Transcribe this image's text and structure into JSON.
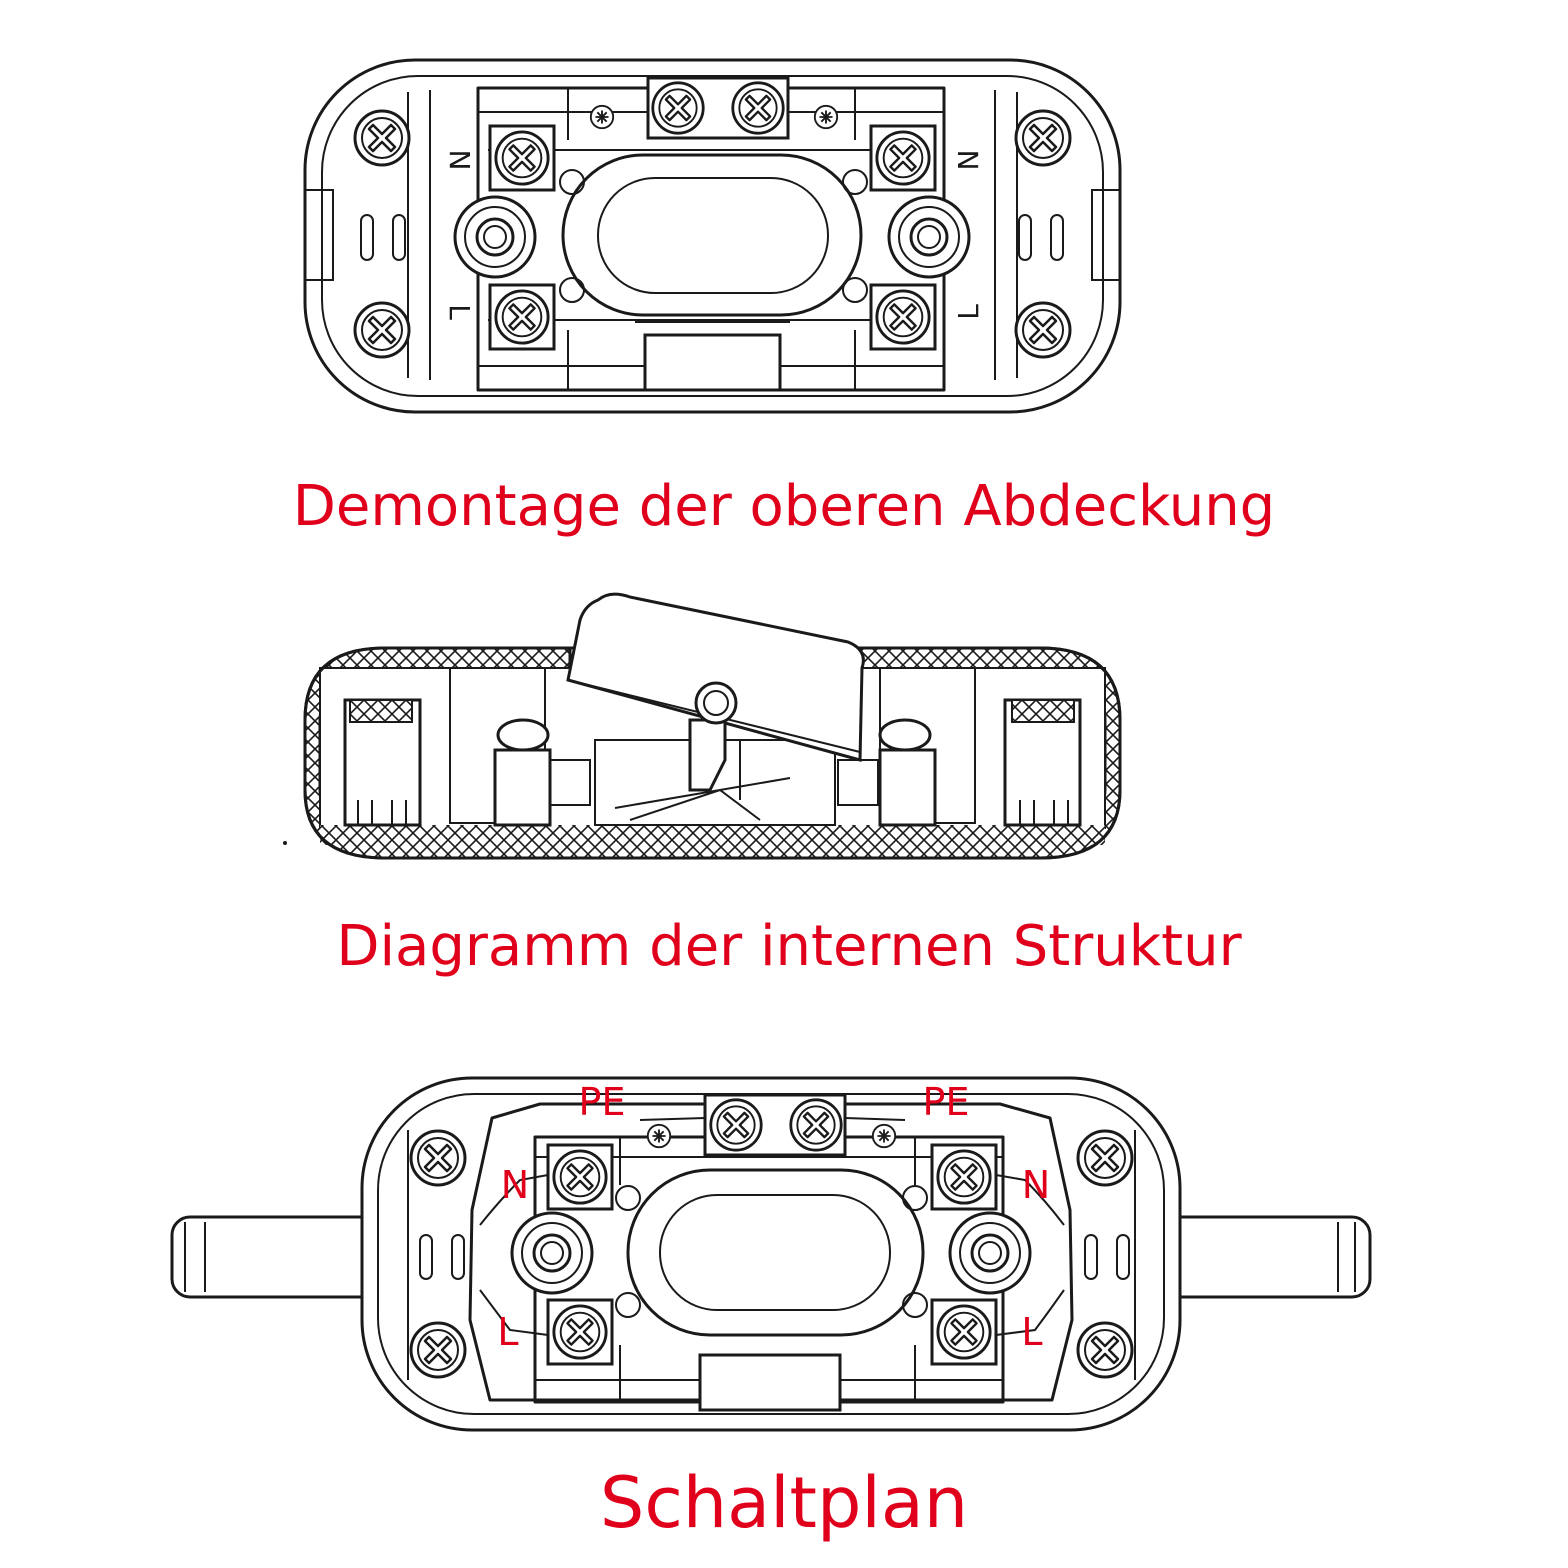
{
  "captions": {
    "top": "Demontage der oberen Abdeckung",
    "middle": "Diagramm der internen Struktur",
    "bottom": "Schaltplan"
  },
  "top_view": {
    "terminal_labels": {
      "left_top": "N",
      "left_bottom": "L",
      "right_top": "N",
      "right_bottom": "L"
    }
  },
  "wiring": {
    "labels": {
      "pe_left": "PE",
      "pe_right": "PE",
      "n_left": "N",
      "n_right": "N",
      "l_left": "L",
      "l_right": "L"
    },
    "label_color": "#e0001b"
  },
  "colors": {
    "caption": "#e0001b",
    "line": "#1a1a1a",
    "background": "#ffffff"
  }
}
